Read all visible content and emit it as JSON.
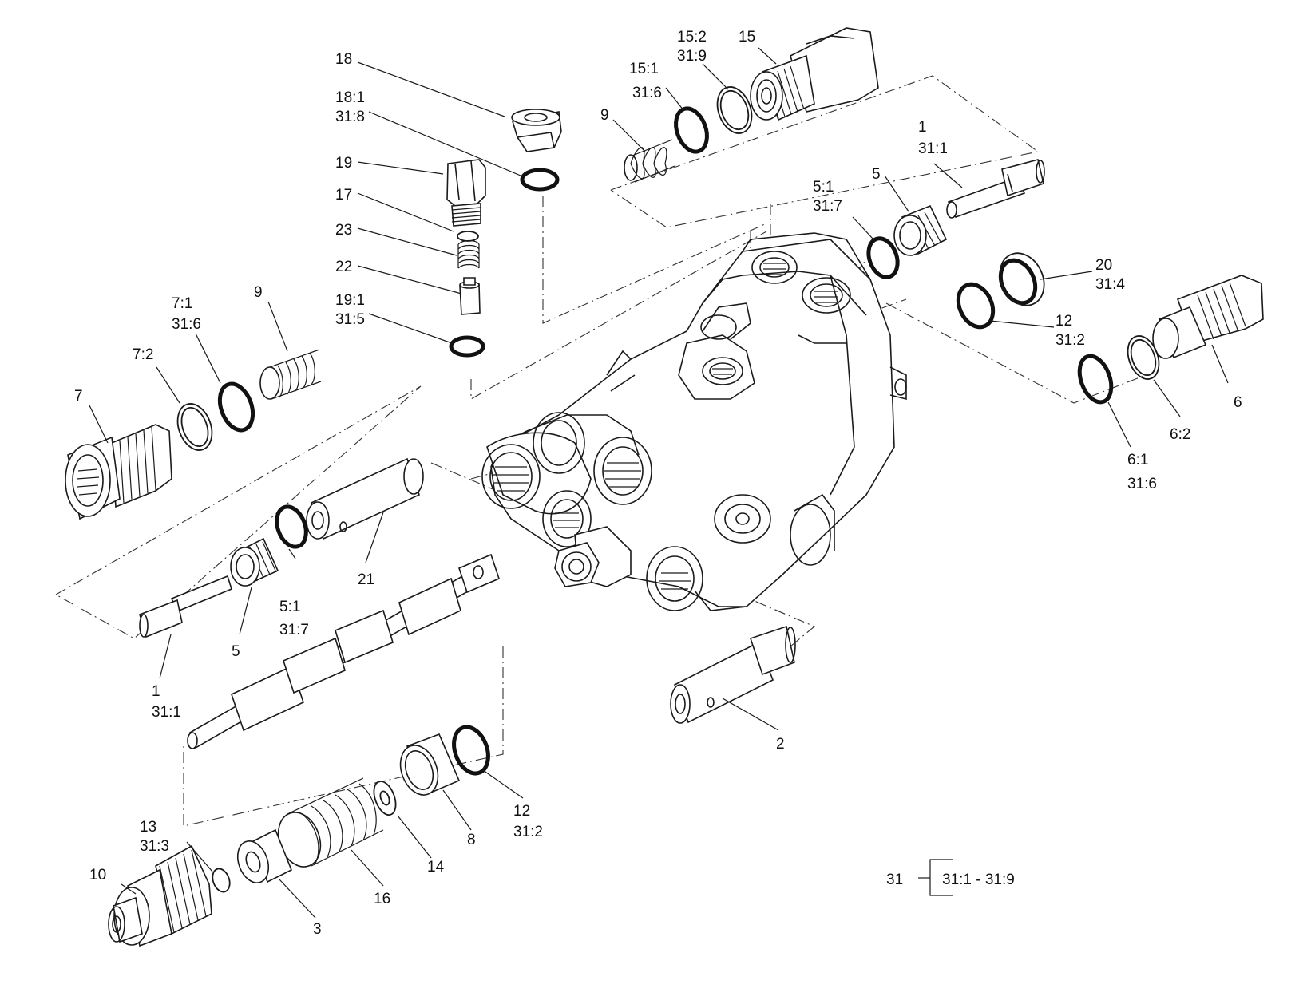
{
  "labels": {
    "l18": "18",
    "l18_1a": "18:1",
    "l18_1b": "31:8",
    "l19": "19",
    "l17": "17",
    "l23": "23",
    "l22": "22",
    "l19_1a": "19:1",
    "l19_1b": "31:5",
    "l9a": "9",
    "l15_1a": "15:1",
    "l15_1b": "31:6",
    "l15_2a": "15:2",
    "l15_2b": "31:9",
    "l15": "15",
    "l1a_a": "1",
    "l1a_b": "31:1",
    "l5_1a_a": "5:1",
    "l5_1a_b": "31:7",
    "l5a": "5",
    "l20a": "20",
    "l20b": "31:4",
    "l12a_a": "12",
    "l12a_b": "31:2",
    "l6": "6",
    "l6_2": "6:2",
    "l6_1a": "6:1",
    "l6_1b": "31:6",
    "l7": "7",
    "l7_2": "7:2",
    "l7_1a": "7:1",
    "l7_1b": "31:6",
    "l9b": "9",
    "l21": "21",
    "l5_1b_a": "5:1",
    "l5_1b_b": "31:7",
    "l5b": "5",
    "l1b_a": "1",
    "l1b_b": "31:1",
    "l2": "2",
    "l12b_a": "12",
    "l12b_b": "31:2",
    "l8": "8",
    "l14": "14",
    "l16": "16",
    "l3": "3",
    "l13a": "13",
    "l13b": "31:3",
    "l10": "10"
  },
  "kit": {
    "number": "31",
    "range": "31:1 - 31:9"
  }
}
